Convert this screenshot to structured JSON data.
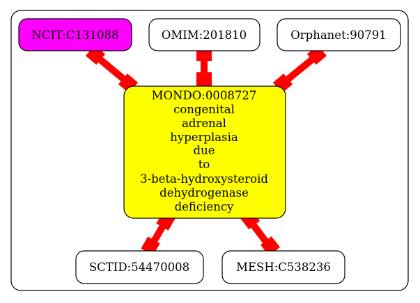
{
  "colors": {
    "edge": "#ff0000",
    "center_fill": "#ffff00",
    "highlight_fill": "#ff00ff",
    "node_fill": "#ffffff",
    "stroke": "#000000"
  },
  "center": {
    "lines": [
      "MONDO:0008727",
      "congenital",
      "adrenal",
      "hyperplasia",
      "due",
      "to",
      "3-beta-hydroxysteroid",
      "dehydrogenase",
      "deficiency"
    ]
  },
  "nodes": {
    "ncit": "NCIT:C131088",
    "omim": "OMIM:201810",
    "orphanet": "Orphanet:90791",
    "sctid": "SCTID:54470008",
    "mesh": "MESH:C538236"
  }
}
